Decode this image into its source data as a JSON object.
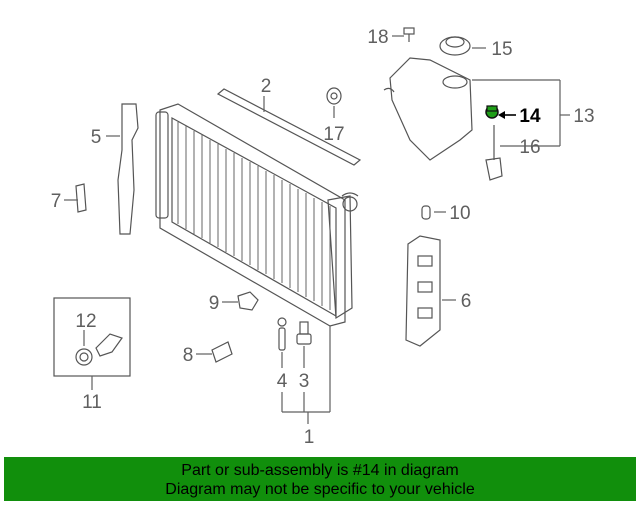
{
  "callouts": {
    "c1": "1",
    "c2": "2",
    "c3": "3",
    "c4": "4",
    "c5": "5",
    "c6": "6",
    "c7": "7",
    "c8": "8",
    "c9": "9",
    "c10": "10",
    "c11": "11",
    "c12": "12",
    "c13": "13",
    "c14": "14",
    "c15": "15",
    "c16": "16",
    "c17": "17",
    "c18": "18"
  },
  "highlighted_part": "14",
  "colors": {
    "banner": "#118f0c",
    "highlight": "#1f9e18",
    "line": "#5f5f5f"
  },
  "banner": {
    "line1": "Part or sub-assembly is #14 in diagram",
    "line2": "Diagram may not be specific to your vehicle"
  }
}
